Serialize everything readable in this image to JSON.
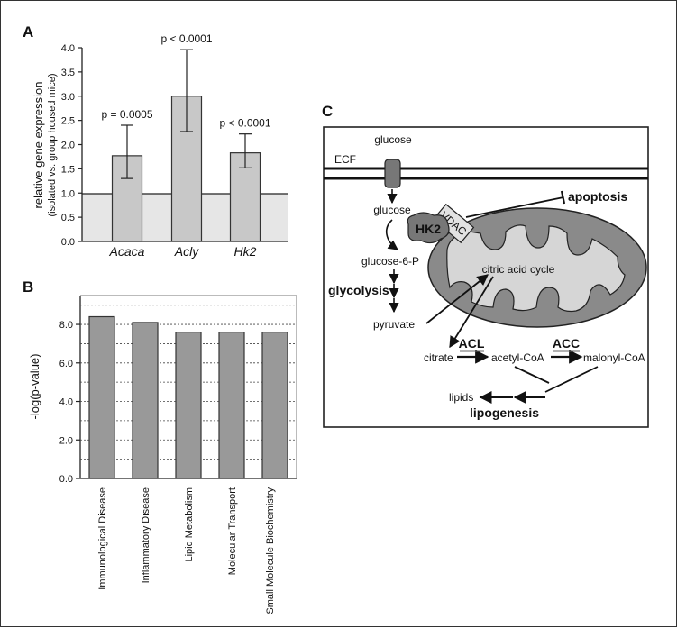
{
  "figure": {
    "panels": {
      "a": {
        "letter": "A"
      },
      "b": {
        "letter": "B"
      },
      "c": {
        "letter": "C"
      }
    }
  },
  "chart_data": [
    {
      "panel": "A",
      "type": "bar",
      "categories": [
        "Acaca",
        "Acly",
        "Hk2"
      ],
      "values": [
        1.77,
        3.0,
        1.83
      ],
      "error_low": [
        1.3,
        2.27,
        1.52
      ],
      "error_high": [
        2.4,
        3.96,
        2.22
      ],
      "annotations": [
        "p = 0.0005",
        "p < 0.0001",
        "p < 0.0001"
      ],
      "ylabel": "relative gene expression",
      "ylabel_sub": "(isolated vs. group housed mice)",
      "ylim": [
        0,
        4.0
      ],
      "yticks": [
        "0.0",
        "0.5",
        "1.0",
        "1.5",
        "2.0",
        "2.5",
        "3.0",
        "3.5",
        "4.0"
      ],
      "baseline": 1.0,
      "bar_color": "#c8c8c8",
      "shade_color": "#e6e6e6"
    },
    {
      "panel": "B",
      "type": "bar",
      "categories": [
        "Immunological Disease",
        "Inflammatory Disease",
        "Lipid Metabolism",
        "Molecular Transport",
        "Small Molecule Biochemistry"
      ],
      "values": [
        8.4,
        8.1,
        7.6,
        7.6,
        7.6
      ],
      "ylabel": "-log(p-value)",
      "ylim": [
        0,
        9.5
      ],
      "yticks": [
        "0.0",
        "2.0",
        "4.0",
        "6.0",
        "8.0"
      ],
      "grid": "dashed",
      "bar_color": "#999999"
    }
  ],
  "diagram": {
    "ecf": "ECF",
    "glucose_out": "glucose",
    "glucose_in": "glucose",
    "hk2": "HK2",
    "vdac": "VDAC",
    "apoptosis": "apoptosis",
    "glucose6p": "glucose-6-P",
    "glycolysis": "glycolysis",
    "pyruvate": "pyruvate",
    "tca": "citric acid cycle",
    "citrate": "citrate",
    "acl": "ACL",
    "acetylcoa": "acetyl-CoA",
    "acc": "ACC",
    "malonylcoa": "malonyl-CoA",
    "lipids": "lipids",
    "lipogenesis": "lipogenesis"
  }
}
